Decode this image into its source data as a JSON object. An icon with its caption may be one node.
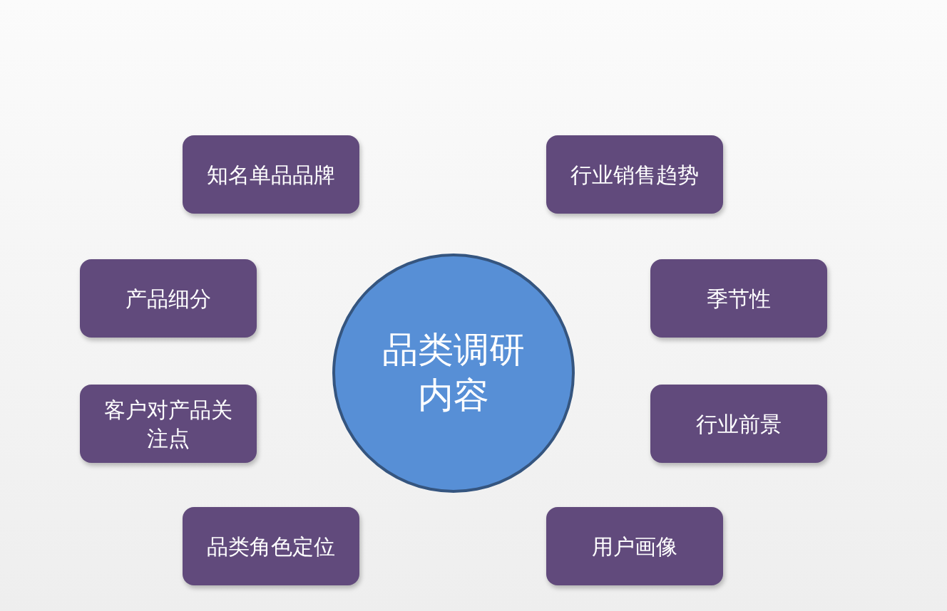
{
  "diagram": {
    "nodes": [
      {
        "text": [
          "品类调研内容"
        ]
      },
      {
        "text": [
          "知名单品品牌"
        ]
      },
      {
        "text": [
          "行业销售趋势"
        ]
      },
      {
        "text": [
          "产品细分"
        ]
      },
      {
        "text": [
          "季节性"
        ]
      },
      {
        "text": [
          "客户对产品关注点"
        ]
      },
      {
        "text": [
          "行业前景"
        ]
      },
      {
        "text": [
          "品类角色定位"
        ]
      },
      {
        "text": [
          "用户画像"
        ]
      }
    ]
  }
}
